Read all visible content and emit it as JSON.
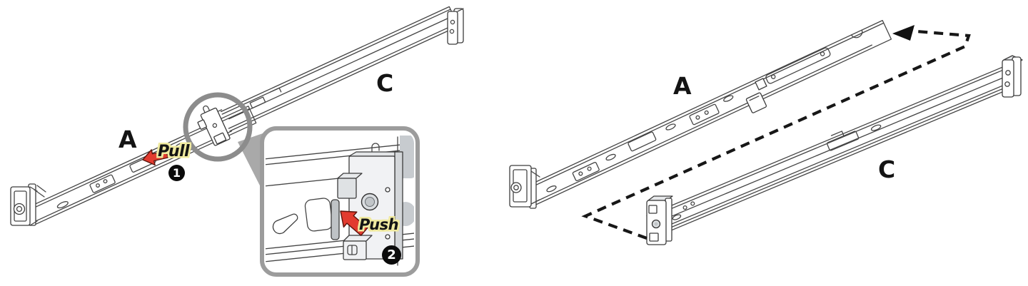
{
  "left_figure": {
    "rail_label_a": "A",
    "rail_label_c": "C",
    "pull_label": "Pull",
    "push_label": "Push",
    "step_1": "1",
    "step_2": "2"
  },
  "right_figure": {
    "rail_label_a": "A",
    "rail_label_c": "C"
  },
  "colors": {
    "arrow_red": "#e23b2f",
    "label_halo_yellow": "#f0eaa0",
    "callout_circle_gray": "#8c8c8c",
    "inset_border_gray": "#9c9c9c",
    "line_art": "#454545",
    "dashed_path_black": "#171717"
  }
}
